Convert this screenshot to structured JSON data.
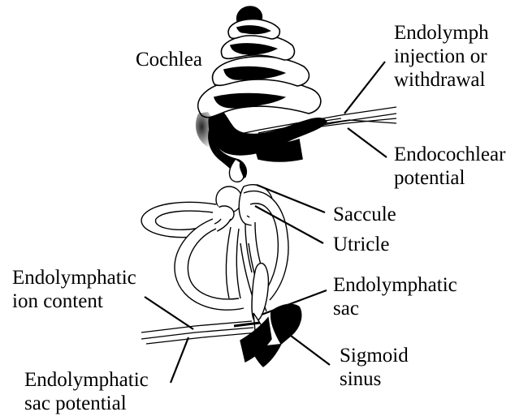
{
  "labels": {
    "cochlea": "Cochlea",
    "endolymph_injection": [
      "Endolymph",
      "injection or",
      "withdrawal"
    ],
    "endocochlear_potential": [
      "Endocochlear",
      "potential"
    ],
    "saccule": "Saccule",
    "utricle": "Utricle",
    "endolymphatic_ion_content": [
      "Endolymphatic",
      "ion content"
    ],
    "endolymphatic_sac": [
      "Endolymphatic",
      "sac"
    ],
    "sigmoid_sinus": [
      "Sigmoid",
      "sinus"
    ],
    "endolymphatic_sac_potential": [
      "Endolymphatic",
      "sac potential"
    ]
  },
  "colors": {
    "ink": "#000000",
    "paper": "#ffffff"
  }
}
